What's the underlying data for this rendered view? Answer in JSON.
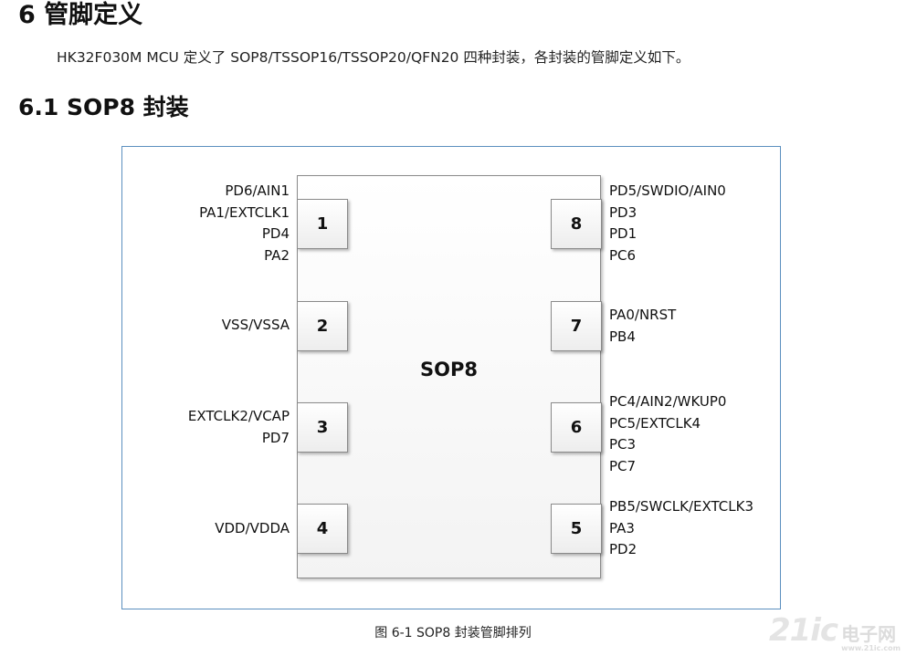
{
  "heading": "6 管脚定义",
  "intro": "HK32F030M MCU 定义了 SOP8/TSSOP16/TSSOP20/QFN20 四种封装，各封装的管脚定义如下。",
  "subheading": "6.1 SOP8 封装",
  "figure": {
    "chip_label": "SOP8",
    "left_pins": [
      {
        "number": "1",
        "labels": [
          "PD6/AIN1",
          "PA1/EXTCLK1",
          "PD4",
          "PA2"
        ]
      },
      {
        "number": "2",
        "labels": [
          "VSS/VSSA"
        ]
      },
      {
        "number": "3",
        "labels": [
          "EXTCLK2/VCAP",
          "PD7"
        ]
      },
      {
        "number": "4",
        "labels": [
          "VDD/VDDA"
        ]
      }
    ],
    "right_pins": [
      {
        "number": "8",
        "labels": [
          "PD5/SWDIO/AIN0",
          "PD3",
          "PD1",
          "PC6"
        ]
      },
      {
        "number": "7",
        "labels": [
          "PA0/NRST",
          "PB4"
        ]
      },
      {
        "number": "6",
        "labels": [
          "PC4/AIN2/WKUP0",
          "PC5/EXTCLK4",
          "PC3",
          "PC7"
        ]
      },
      {
        "number": "5",
        "labels": [
          "PB5/SWCLK/EXTCLK3",
          "PA3",
          "PD2"
        ]
      }
    ],
    "caption": "图 6-1 SOP8 封装管脚排列"
  },
  "watermark": {
    "brand": "21ic",
    "name": "电子网",
    "domain": "www.21ic.com"
  }
}
